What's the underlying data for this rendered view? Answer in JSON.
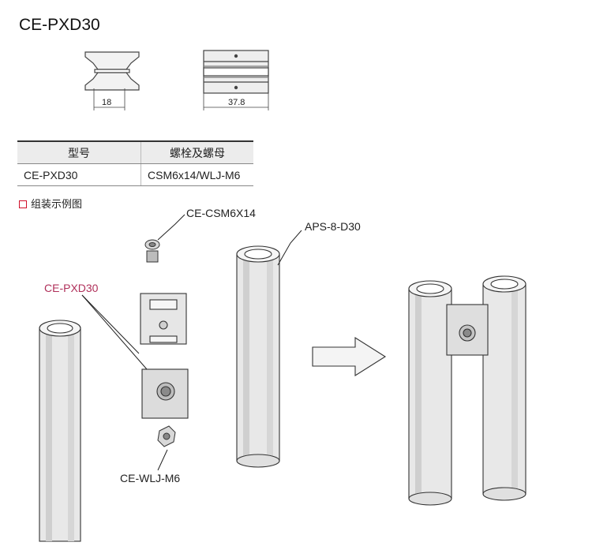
{
  "title": "CE-PXD30",
  "dimensions": {
    "width": "18",
    "length": "37.8"
  },
  "spec_table": {
    "headers": [
      "型号",
      "螺栓及螺母"
    ],
    "rows": [
      [
        "CE-PXD30",
        "CSM6x14/WLJ-M6"
      ]
    ]
  },
  "section_title": "组装示例图",
  "callouts": {
    "bolt": "CE-CSM6X14",
    "profile": "APS-8-D30",
    "part": "CE-PXD30",
    "nut": "CE-WLJ-M6"
  },
  "colors": {
    "section_mark": "#d0102a",
    "part_label": "#b0305a"
  }
}
